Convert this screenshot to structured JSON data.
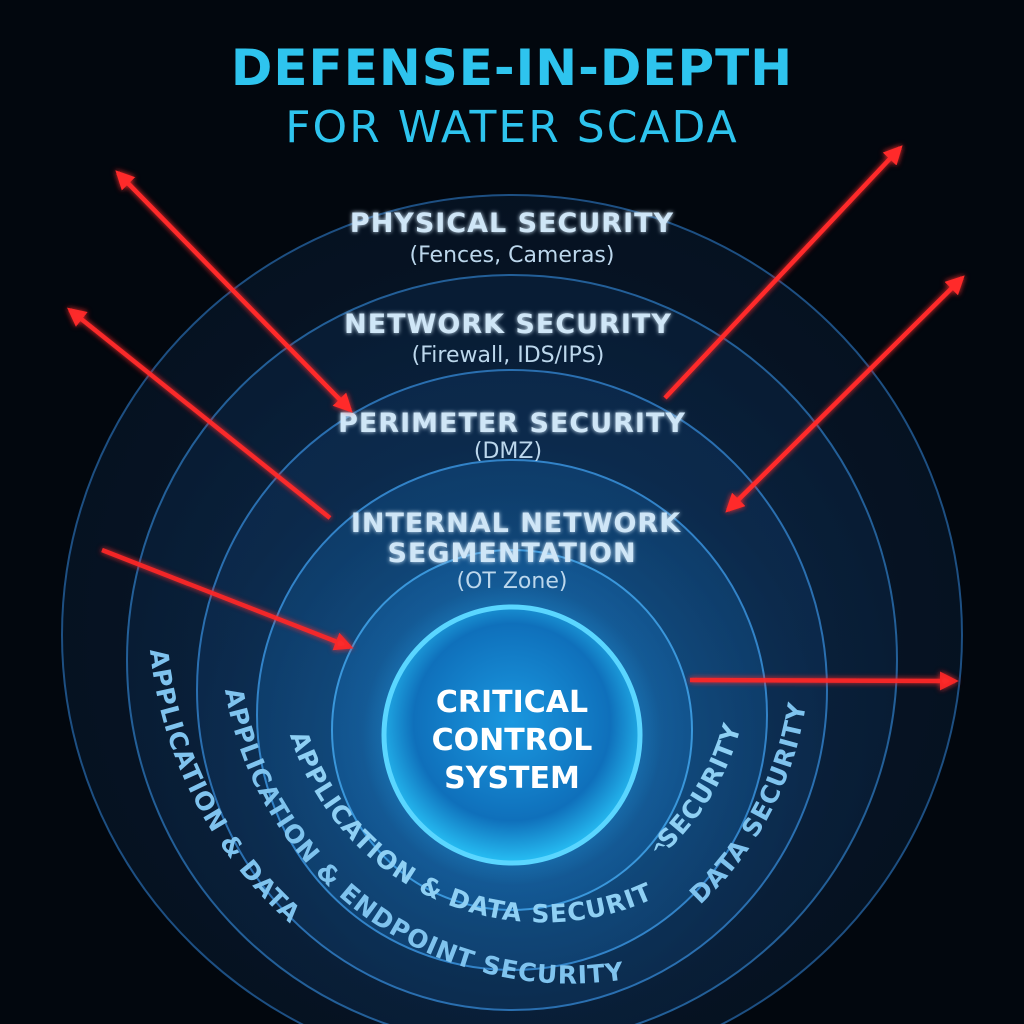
{
  "title": {
    "line1": "DEFENSE-IN-DEPTH",
    "line2": "FOR WATER SCADA"
  },
  "layers": [
    {
      "id": "physical",
      "label": "PHYSICAL SECURITY",
      "sub": "(Fences, Cameras)"
    },
    {
      "id": "network",
      "label": "NETWORK SECURITY",
      "sub": "(Firewall, IDS/IPS)"
    },
    {
      "id": "perimeter",
      "label": "PERIMETER SECURITY",
      "sub": "(DMZ)"
    },
    {
      "id": "internal",
      "label_line1": "INTERNAL NETWORK",
      "label_line2": "SEGMENTATION",
      "sub": "(OT Zone)"
    }
  ],
  "core": {
    "line1": "CRITICAL",
    "line2": "CONTROL",
    "line3": "SYSTEM"
  },
  "arc_labels": {
    "outer_left": "APPLICATION & DATA",
    "middle_left": "APPLICATION & ENDPOINT SECURITY",
    "inner_left": "APPLICATION & DATA SECURITY",
    "inner_right": "SECURITY",
    "outer_right": "DATA SECURITY",
    "caret": "^"
  },
  "threat_arrows": [
    {
      "id": "threat-1",
      "direction": "bidirectional"
    },
    {
      "id": "threat-2",
      "direction": "bidirectional"
    },
    {
      "id": "threat-3",
      "direction": "bidirectional"
    },
    {
      "id": "threat-4",
      "direction": "outbound"
    },
    {
      "id": "threat-5",
      "direction": "inbound"
    },
    {
      "id": "threat-6",
      "direction": "outbound"
    }
  ],
  "colors": {
    "background": "#02070e",
    "title": "#2ec4ee",
    "label": "#cfe6f7",
    "sub": "#bcd7ec",
    "arc_label": "#7fc3ee",
    "ring_stroke": "#2a6fb0",
    "core": "#1fa8e8",
    "arrow": "#ff2a2a"
  }
}
